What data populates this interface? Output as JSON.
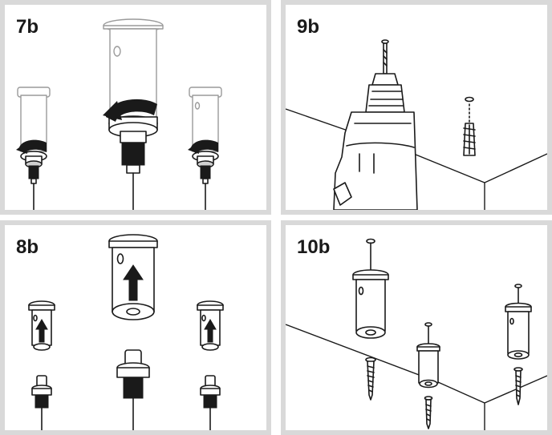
{
  "panels": {
    "p7b": {
      "step": "7b"
    },
    "p9b": {
      "step": "9b"
    },
    "p8b": {
      "step": "8b"
    },
    "p10b": {
      "step": "10b"
    }
  },
  "colors": {
    "frame": "#d9d9d9",
    "ink": "#1a1a1a",
    "faded": "#9a9a9a"
  },
  "icons": [
    "rotate-arrow-icon",
    "up-arrow-icon",
    "drill-icon",
    "screw-icon",
    "wall-plug-icon",
    "cable-icon"
  ]
}
